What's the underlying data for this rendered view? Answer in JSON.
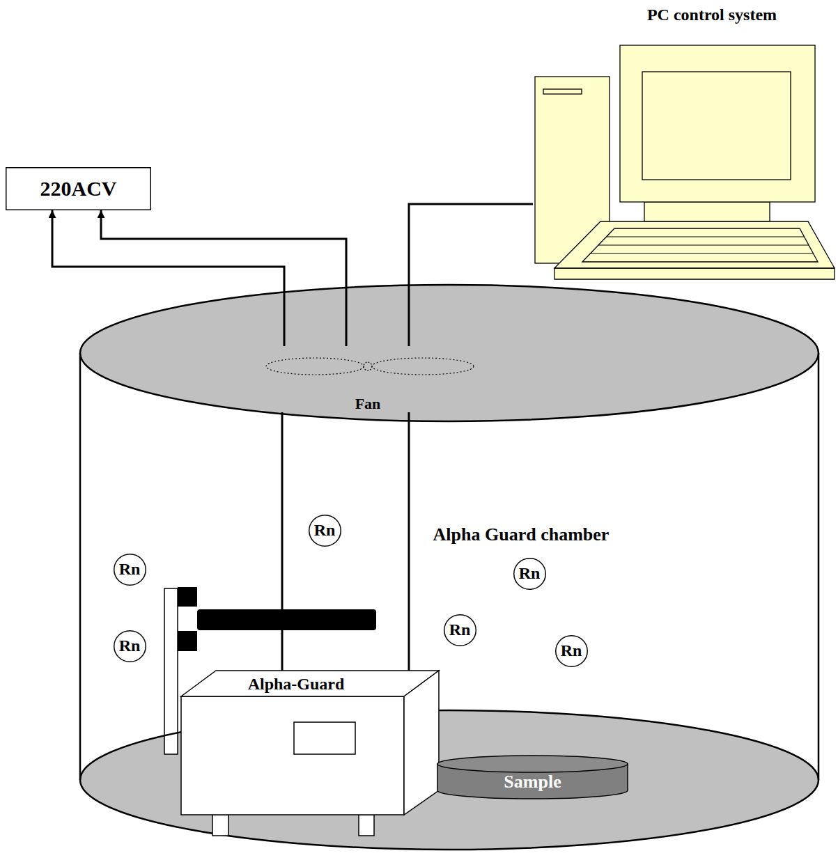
{
  "diagram": {
    "nodes": [
      {
        "text": [
          "PC control system"
        ]
      },
      {
        "text": [
          "220ACV"
        ]
      },
      {
        "text": [
          "Alpha Guard chamber"
        ]
      },
      {
        "text": [
          "Fan"
        ],
        "in": 2
      },
      {
        "text": [
          "Rn"
        ],
        "in": 2
      },
      {
        "text": [
          "Rn"
        ],
        "in": 2
      },
      {
        "text": [
          "Rn"
        ],
        "in": 2
      },
      {
        "text": [
          "Rn"
        ],
        "in": 2
      },
      {
        "text": [
          "Rn"
        ],
        "in": 2
      },
      {
        "text": [
          "Rn"
        ],
        "in": 2
      },
      {
        "text": [
          "Alpha-Guard"
        ],
        "in": 2
      },
      {
        "text": [
          "Sample"
        ],
        "in": 2
      }
    ],
    "edges": [
      {
        "from": 3,
        "to": 1,
        "arrow": "to"
      },
      {
        "from": 3,
        "to": 1,
        "arrow": "to"
      },
      {
        "from": 0,
        "to": 3,
        "arrow": "none"
      },
      {
        "from": 3,
        "to": 10,
        "arrow": "none"
      },
      {
        "from": 3,
        "to": 10,
        "arrow": "none"
      }
    ]
  }
}
